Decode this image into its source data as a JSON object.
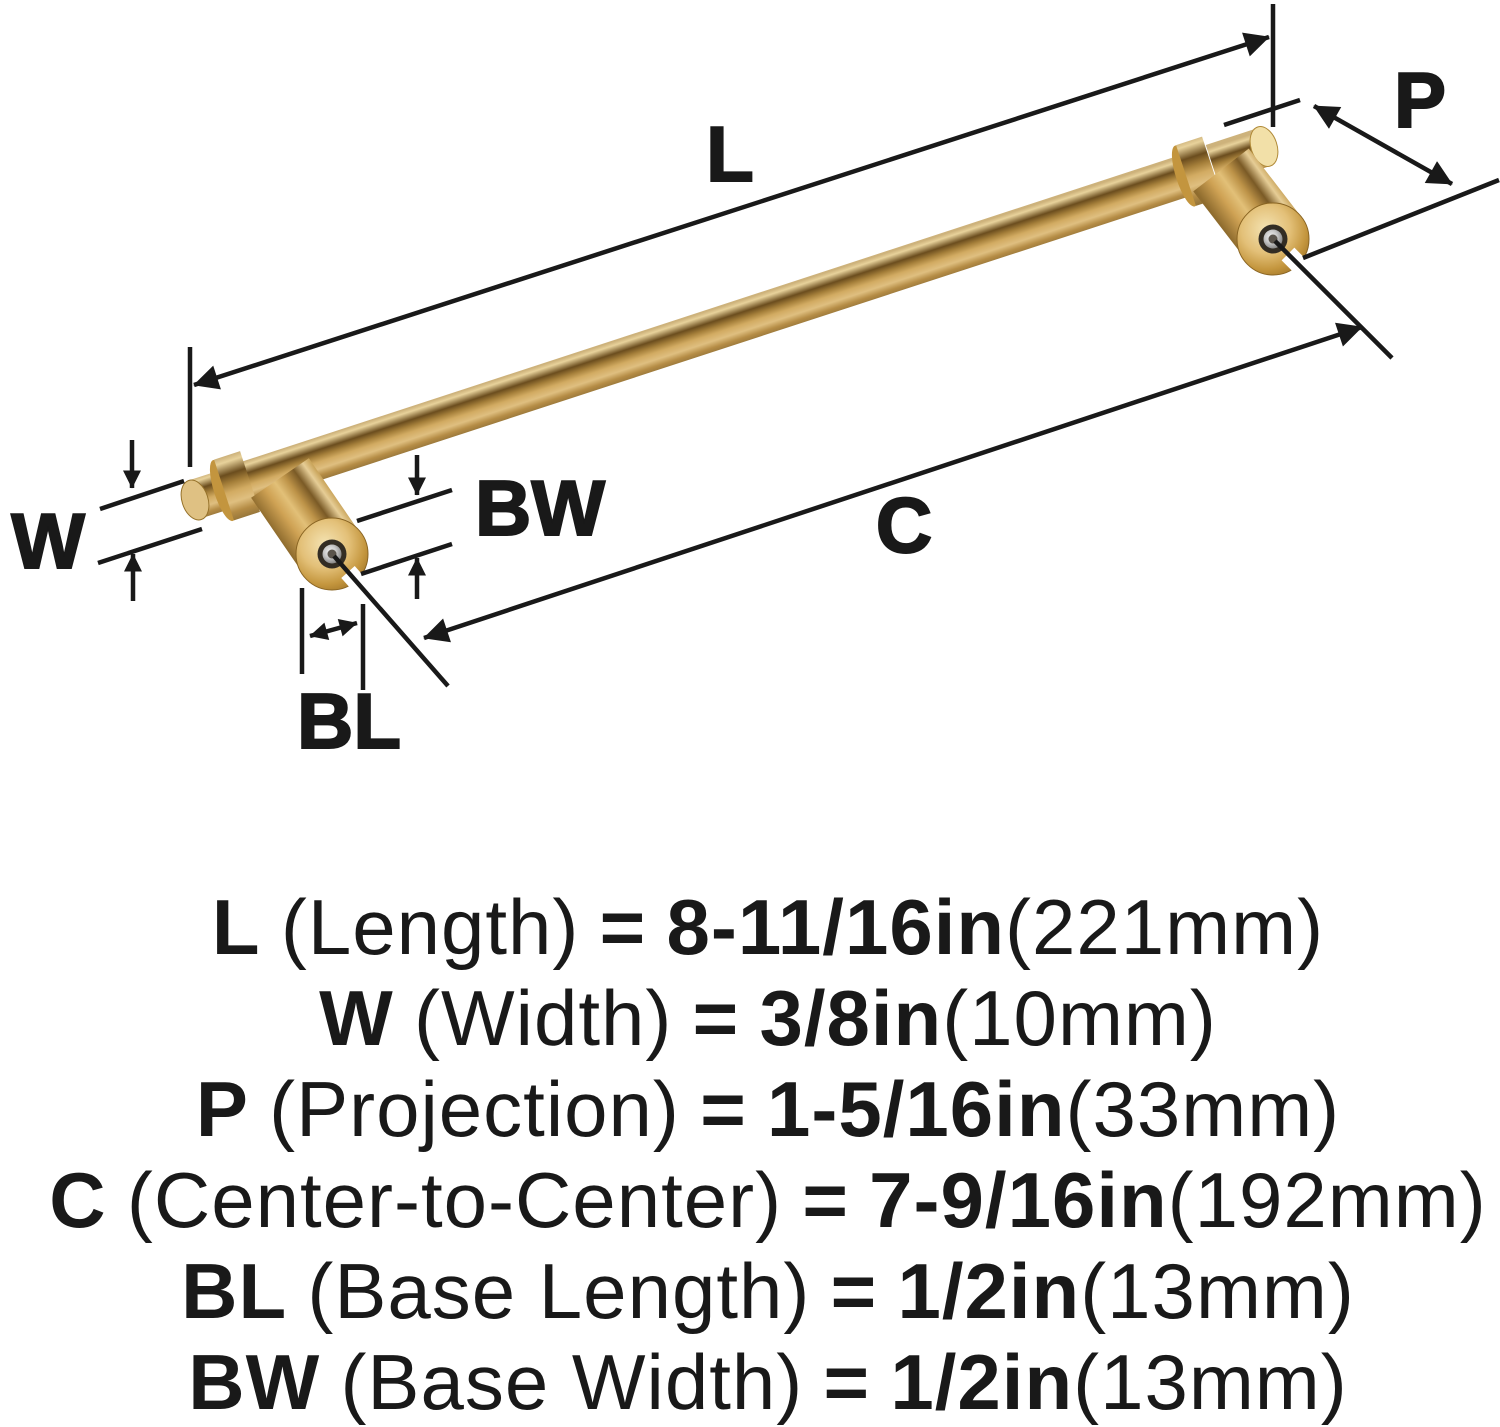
{
  "diagram": {
    "labels": {
      "length": "L",
      "projection": "P",
      "width": "W",
      "base_width": "BW",
      "center_to_center": "C",
      "base_length": "BL"
    }
  },
  "specs": [
    {
      "symbol": "L",
      "name": "(Length)",
      "equals": "=",
      "value": "8-11/16in",
      "metric": "(221mm)"
    },
    {
      "symbol": "W",
      "name": "(Width)",
      "equals": "=",
      "value": "3/8in",
      "metric": "(10mm)"
    },
    {
      "symbol": "P",
      "name": "(Projection)",
      "equals": "=",
      "value": "1-5/16in",
      "metric": "(33mm)"
    },
    {
      "symbol": "C",
      "name": "(Center-to-Center)",
      "equals": "=",
      "value": "7-9/16in",
      "metric": "(192mm)"
    },
    {
      "symbol": "BL",
      "name": "(Base Length)",
      "equals": "=",
      "value": "1/2in",
      "metric": "(13mm)"
    },
    {
      "symbol": "BW",
      "name": "(Base Width)",
      "equals": "=",
      "value": "1/2in",
      "metric": "(13mm)"
    }
  ],
  "colors": {
    "background": "#ffffff",
    "line": "#191919",
    "brass_highlight": "#e8d29b",
    "brass_mid": "#d2ab62",
    "brass_dark": "#6b4d1e",
    "screw_silver": "#c9c9c9"
  }
}
